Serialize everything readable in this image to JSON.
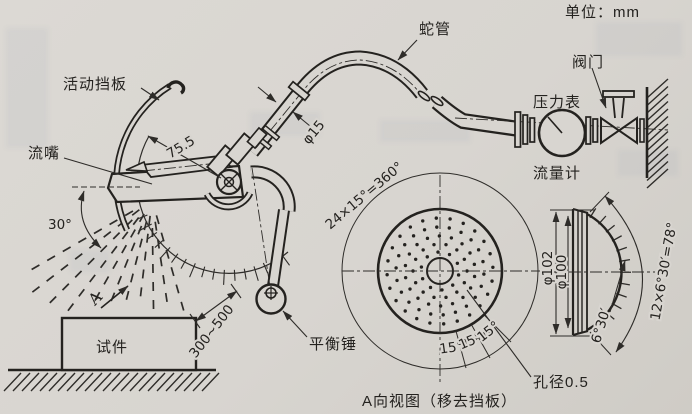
{
  "unit_note": "单位：mm",
  "labels": {
    "movable_baffle": "活动挡板",
    "nozzle": "流嘴",
    "snake_tube": "蛇管",
    "valve": "阀门",
    "pressure_gauge": "压力表",
    "flow_meter": "流量计",
    "specimen": "试件",
    "balance_weight": "平衡锤",
    "view_letter": "A",
    "hole_diameter": "孔径0.5",
    "caption": "A向视图（移去挡板）"
  },
  "dimensions": {
    "baffle_radius": "75.5",
    "tube_diameter": "φ15",
    "spray_angle": "30°",
    "distance_range": "300~500",
    "hole_circle_note": "24×15°=360°",
    "ring_spacings": [
      "15°",
      "15°",
      "15°"
    ],
    "head_outer_diameter": "φ102",
    "head_inner_diameter": "φ100",
    "arc_divisions": "12×6°30′=78°",
    "division_angle": "6°30′"
  }
}
